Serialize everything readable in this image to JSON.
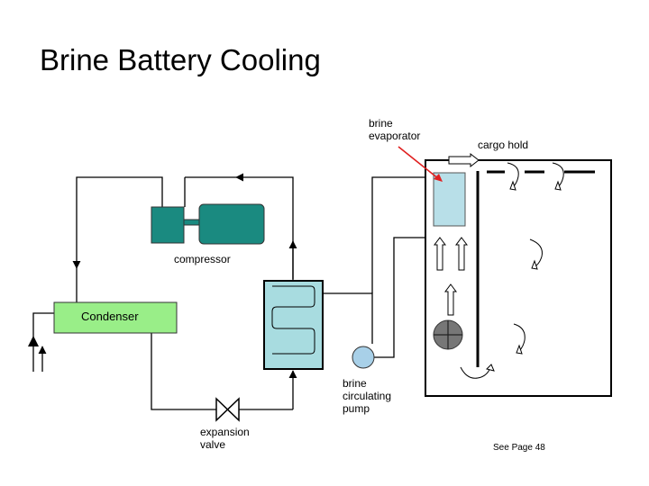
{
  "title": "Brine Battery Cooling",
  "labels": {
    "brine_evaporator": "brine\nevaporator",
    "cargo_hold": "cargo hold",
    "compressor": "compressor",
    "condenser": "Condenser",
    "brine_circulating_pump": "brine\ncirculating\npump",
    "expansion_valve": "expansion\nvalve",
    "see_page": "See Page 48"
  },
  "colors": {
    "equipment_teal": "#1a8a80",
    "condenser_green": "#99ee88",
    "tank_light_blue": "#a8dce0",
    "evaporator_light_blue": "#b8dfe8",
    "pump_blue": "#a8d0e8",
    "pointer_red": "#e02020",
    "fan_gray": "#777777"
  }
}
